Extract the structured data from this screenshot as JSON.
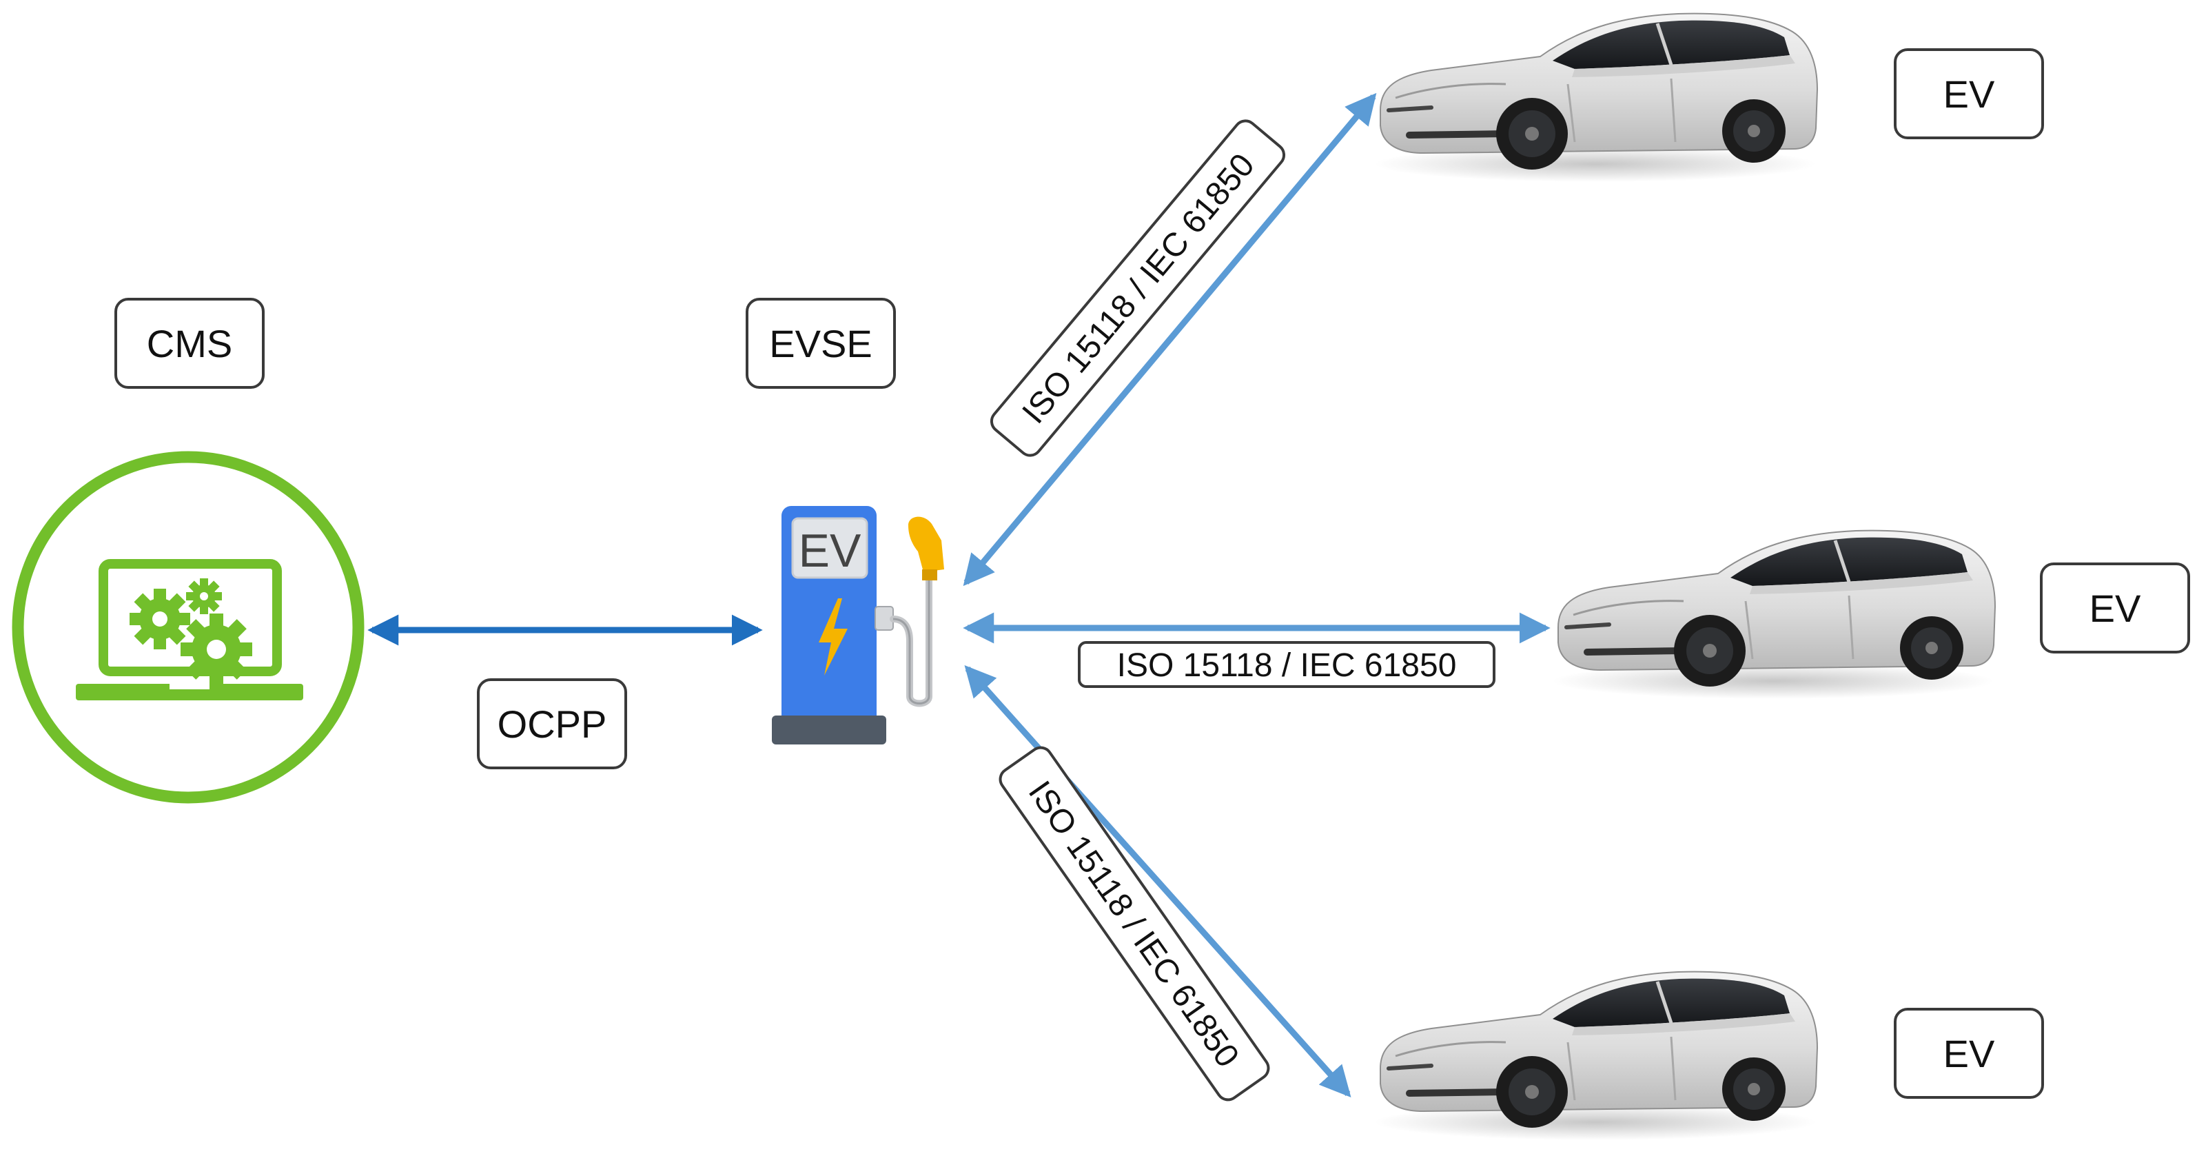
{
  "labels": {
    "cms": "CMS",
    "evse": "EVSE",
    "ocpp": "OCPP",
    "ev_top": "EV",
    "ev_middle": "EV",
    "ev_bottom": "EV"
  },
  "evse_screen_text": "EV",
  "protocols": {
    "to_top_ev": "ISO 15118 / IEC 61850",
    "to_middle_ev": "ISO 15118 / IEC 61850",
    "to_bottom_ev": "ISO 15118 / IEC 61850"
  },
  "colors": {
    "cms_green": "#72BF2B",
    "arrow_dark_blue": "#1F6FBF",
    "arrow_light_blue": "#5B9BD5",
    "charger_blue": "#3C7DE8",
    "bolt_yellow": "#F5B400",
    "nozzle_yellow": "#F7B500",
    "car_body": "#E6E6E6"
  },
  "icons": {
    "cms": "laptop-gears-icon",
    "evse": "ev-charger-icon",
    "ev": "electric-car-icon"
  }
}
